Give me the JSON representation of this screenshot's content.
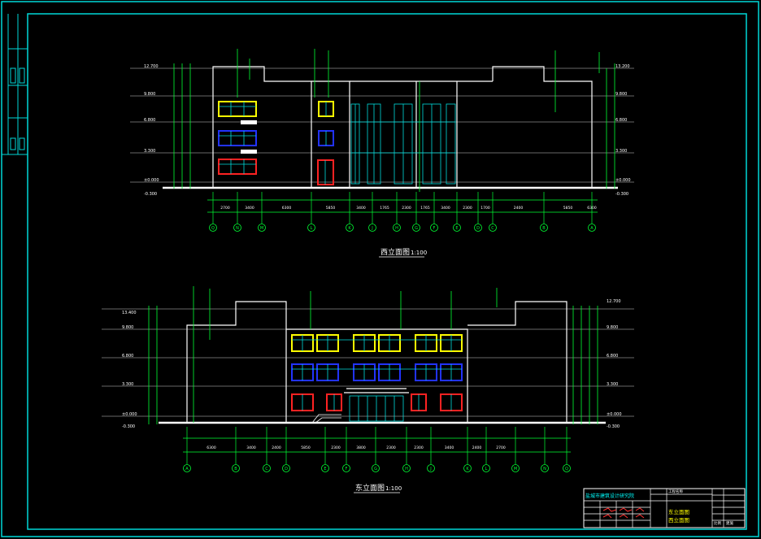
{
  "sheet": {
    "border_color": "#00d8d8",
    "line_color": "#ffffff",
    "dim_color": "#00ff33",
    "window_colors": {
      "top": "#ffff00",
      "mid": "#0022ff",
      "bottom": "#ff2020",
      "glass": "#00dddd"
    }
  },
  "west_elevation": {
    "title": "西立面图",
    "scale": "1:100",
    "left_levels": [
      "12.700",
      "9.800",
      "6.800",
      "3.300",
      "±0.000",
      "-0.300"
    ],
    "right_levels": [
      "13.200",
      "9.800",
      "6.800",
      "3.300",
      "±0.000",
      "-0.300"
    ],
    "bottom_dims": [
      "2700",
      "3400",
      "6300",
      "5850",
      "3400",
      "1765",
      "2300",
      "1765",
      "3400",
      "2300",
      "1700",
      "2400",
      "5850",
      "6300"
    ],
    "axis_labels": [
      "Q",
      "N",
      "M",
      "L",
      "K",
      "J",
      "H",
      "G",
      "F",
      "E",
      "D",
      "C",
      "B",
      "A"
    ]
  },
  "east_elevation": {
    "title": "东立面图",
    "scale": "1:100",
    "left_levels": [
      "13.400",
      "9.800",
      "6.800",
      "3.300",
      "±0.000",
      "-0.300"
    ],
    "right_levels": [
      "12.700",
      "9.800",
      "6.800",
      "3.300",
      "±0.000",
      "-0.300"
    ],
    "bottom_dims": [
      "6300",
      "3400",
      "2400",
      "5850",
      "2300",
      "3800",
      "2300",
      "2300",
      "3400",
      "2400",
      "2700"
    ],
    "axis_labels": [
      "A",
      "B",
      "C",
      "D",
      "E",
      "F",
      "G",
      "H",
      "J",
      "K",
      "L",
      "M",
      "N",
      "Q"
    ]
  },
  "title_block": {
    "institute": "盐城市建筑设计研究院",
    "project_label": "工程名称",
    "drawing_title_1": "东立面图",
    "drawing_title_2": "西立面图",
    "scale_label": "比例",
    "sheet_no": "建施"
  }
}
